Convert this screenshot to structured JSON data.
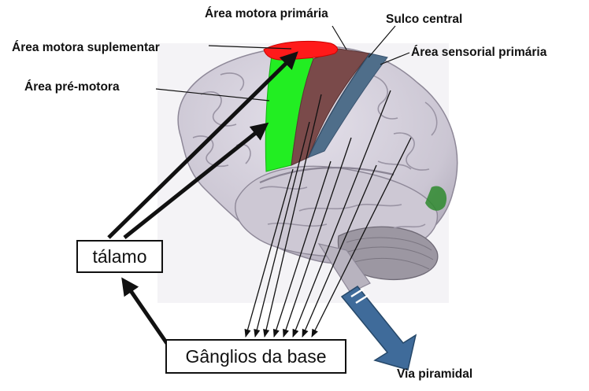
{
  "labels": {
    "primary_motor": "Área motora primária",
    "central_sulcus": "Sulco central",
    "supplementary_motor": "Área motora suplementar",
    "primary_sensory": "Área sensorial primária",
    "premotor": "Área pré-motora",
    "pyramidal_tract": "Via piramidal"
  },
  "boxes": {
    "thalamus": "tálamo",
    "basal_ganglia": "Gânglios da base"
  },
  "colors": {
    "supplementary_motor": "#ff1a1a",
    "premotor": "#22ee22",
    "primary_motor": "#7a4a4a",
    "primary_sensory": "#4f6e8a",
    "brain": "#cfcad6",
    "pyramidal_arrow": "#3f6b9a"
  }
}
